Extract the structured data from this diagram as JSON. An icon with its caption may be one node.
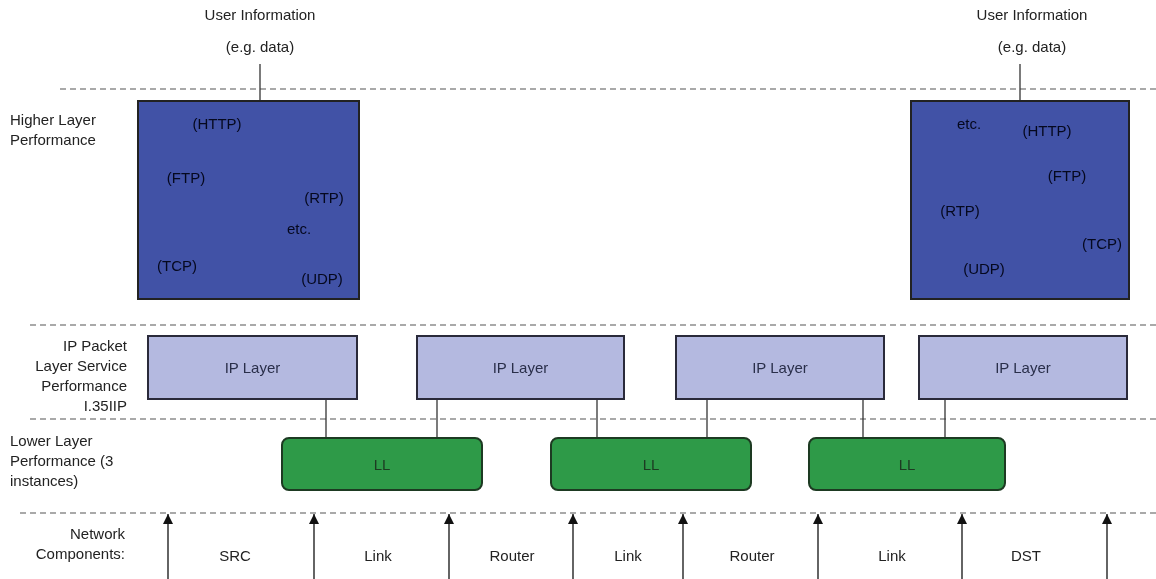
{
  "diagram": {
    "nodes": [
      {
        "text": [
          "User Information",
          "(e.g. data)"
        ]
      },
      {
        "text": [
          "User Information",
          "(e.g. data)"
        ]
      },
      {
        "text": [
          "(HTTP)",
          "(FTP)",
          "(RTP)",
          "etc.",
          "(TCP)",
          "(UDP)"
        ]
      },
      {
        "text": [
          "etc.",
          "(HTTP)",
          "(FTP)",
          "(RTP)",
          "(TCP)",
          "(UDP)"
        ]
      },
      {
        "text": [
          "IP Layer"
        ]
      },
      {
        "text": [
          "IP Layer"
        ]
      },
      {
        "text": [
          "IP Layer"
        ]
      },
      {
        "text": [
          "IP Layer"
        ]
      },
      {
        "text": [
          "LL"
        ]
      },
      {
        "text": [
          "LL"
        ]
      },
      {
        "text": [
          "LL"
        ]
      }
    ],
    "edges": [
      {
        "from": 0,
        "to": 2,
        "arrow": "none"
      },
      {
        "from": 1,
        "to": 3,
        "arrow": "none"
      },
      {
        "from": 4,
        "to": 8,
        "arrow": "none"
      },
      {
        "from": 5,
        "to": 8,
        "arrow": "none"
      },
      {
        "from": 5,
        "to": 9,
        "arrow": "none"
      },
      {
        "from": 6,
        "to": 9,
        "arrow": "none"
      },
      {
        "from": 6,
        "to": 10,
        "arrow": "none"
      },
      {
        "from": 7,
        "to": 10,
        "arrow": "none"
      }
    ],
    "labels": [
      "Higher Layer Performance",
      "IP Packet Layer Service Performance I.35IIP",
      "Lower Layer Performance (3 instances)",
      "Network Components:",
      "SRC",
      "Link",
      "Router",
      "Link",
      "Router",
      "Link",
      "DST"
    ]
  }
}
